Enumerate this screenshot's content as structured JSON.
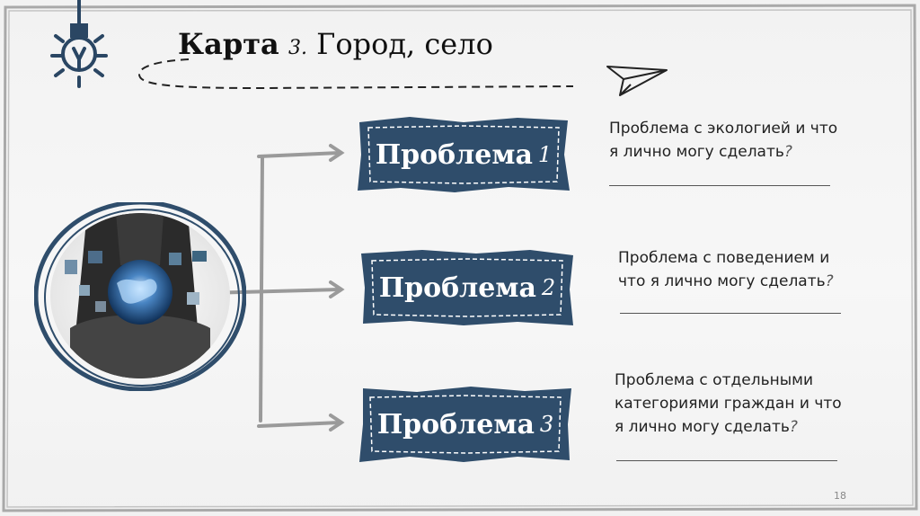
{
  "slide": {
    "title_main": "Карта",
    "title_num": "3.",
    "title_rest": "Город, село",
    "page_number": "18"
  },
  "problems": [
    {
      "label": "Проблема",
      "num": "1",
      "desc": [
        "Проблема  с экологией и что",
        "я лично могу сделать"
      ],
      "q": "?"
    },
    {
      "label": "Проблема",
      "num": "2",
      "desc": [
        "Проблема с поведением и",
        "что я лично могу сделать"
      ],
      "q": "?"
    },
    {
      "label": "Проблема",
      "num": "3",
      "desc": [
        "Проблема с отдельными",
        "категориями граждан и что",
        "я лично могу сделать"
      ],
      "q": "?"
    }
  ],
  "colors": {
    "banner": "#2f4d6b",
    "bulb": "#2a4663",
    "frame": "#a9a9a9"
  },
  "icons": {
    "bulb": "lightbulb-icon",
    "plane": "paper-plane-icon"
  }
}
